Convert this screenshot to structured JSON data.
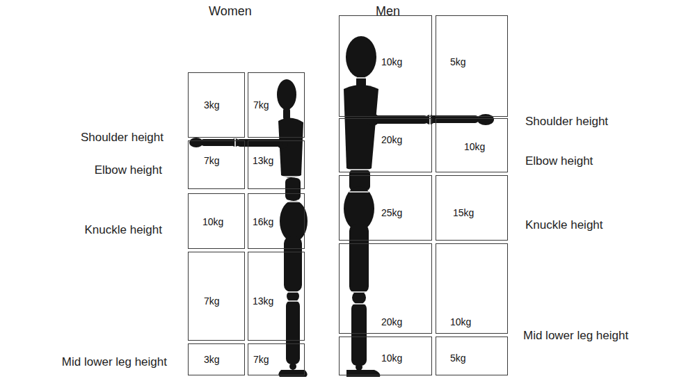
{
  "diagram": {
    "nodes": [
      {
        "text": [
          "3kg"
        ]
      },
      {
        "text": [
          "7kg"
        ]
      },
      {
        "text": [
          "7kg"
        ]
      },
      {
        "text": [
          "13kg"
        ]
      },
      {
        "text": [
          "10kg"
        ]
      },
      {
        "text": [
          "16kg"
        ]
      },
      {
        "text": [
          "7kg"
        ]
      },
      {
        "text": [
          "13kg"
        ]
      },
      {
        "text": [
          "3kg"
        ]
      },
      {
        "text": [
          "7kg"
        ]
      },
      {
        "text": [
          "10kg"
        ]
      },
      {
        "text": [
          "5kg"
        ]
      },
      {
        "text": [
          "20kg"
        ]
      },
      {
        "text": [
          "10kg"
        ]
      },
      {
        "text": [
          "25kg"
        ]
      },
      {
        "text": [
          "15kg"
        ]
      },
      {
        "text": [
          "20kg"
        ]
      },
      {
        "text": [
          "10kg"
        ]
      },
      {
        "text": [
          "10kg"
        ]
      },
      {
        "text": [
          "5kg"
        ]
      }
    ],
    "labels": [
      "Women",
      "Men",
      "Shoulder height",
      "Elbow height",
      "Knuckle height",
      "Mid lower leg height",
      "Shoulder height",
      "Elbow height",
      "Knuckle height",
      "Mid lower leg height"
    ]
  }
}
